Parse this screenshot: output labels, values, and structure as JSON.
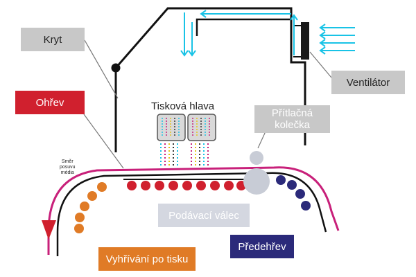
{
  "labels": {
    "kryt": "Kryt",
    "ohrev": "Ohřev",
    "tiskova_hlava": "Tisková hlava",
    "pritlacna_kolecka_line1": "Přítlačná",
    "pritlacna_kolecka_line2": "kolečka",
    "ventilator": "Ventilátor",
    "smer_posuvu_line1": "Směr",
    "smer_posuvu_line2": "posuvu",
    "smer_posuvu_line3": "média",
    "podavaci_valec": "Podávací válec",
    "vyhrivani_po_tisku": "Vyhřívání po tisku",
    "predehrev": "Předehřev"
  },
  "colors": {
    "gray_box": "#c8c8c8",
    "heater_red": "#d0202e",
    "media_magenta": "#c8207a",
    "airflow_cyan": "#19c3e6",
    "post_heat_orange": "#e07b26",
    "pre_heat_navy": "#2b2a7a",
    "roller_gray": "#c8ccd6",
    "text_dark": "#222222",
    "text_white": "#ffffff"
  },
  "icons": {
    "fan": "fan-icon",
    "print_heads": "print-head-icon",
    "ink_drops": "ink-drops-icon",
    "airflow": "airflow-arrow-icon",
    "media_direction": "arrow-down-icon"
  }
}
